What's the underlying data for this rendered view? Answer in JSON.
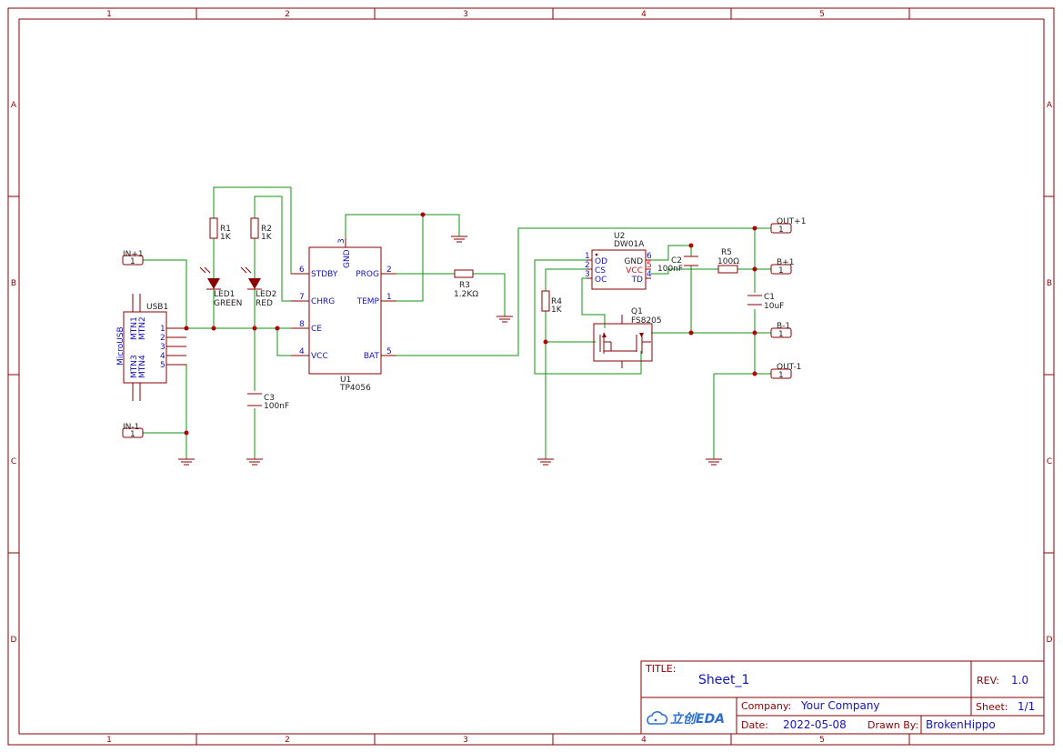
{
  "frame": {
    "col_labels": [
      "1",
      "2",
      "3",
      "4",
      "5"
    ],
    "row_labels": [
      "A",
      "B",
      "C",
      "D"
    ]
  },
  "components": {
    "usb1": {
      "ref": "USB1",
      "value": "MicroUSB",
      "pin_names": [
        "MTN1",
        "MTN2",
        "MTN3",
        "MTN4"
      ],
      "pins": [
        "1",
        "2",
        "3",
        "4",
        "5"
      ]
    },
    "r1": {
      "ref": "R1",
      "value": "1K"
    },
    "r2": {
      "ref": "R2",
      "value": "1K"
    },
    "r3": {
      "ref": "R3",
      "value": "1.2KΩ"
    },
    "r4": {
      "ref": "R4",
      "value": "1K"
    },
    "r5": {
      "ref": "R5",
      "value": "100Ω"
    },
    "led1": {
      "ref": "LED1",
      "value": "GREEN"
    },
    "led2": {
      "ref": "LED2",
      "value": "RED"
    },
    "c1": {
      "ref": "C1",
      "value": "10uF"
    },
    "c2": {
      "ref": "C2",
      "value": "100nF"
    },
    "c3": {
      "ref": "C3",
      "value": "100nF"
    },
    "u1": {
      "ref": "U1",
      "value": "TP4056",
      "pin_names": {
        "stdby": "STDBY",
        "chrg": "CHRG",
        "ce": "CE",
        "vcc": "VCC",
        "gnd": "GND",
        "prog": "PROG",
        "temp": "TEMP",
        "bat": "BAT"
      },
      "pin_numbers": {
        "stdby": "6",
        "chrg": "7",
        "ce": "8",
        "vcc": "4",
        "gnd": "3",
        "prog": "2",
        "temp": "1",
        "bat": "5"
      }
    },
    "u2": {
      "ref": "U2",
      "value": "DW01A",
      "pin_names": {
        "od": "OD",
        "cs": "CS",
        "oc": "OC",
        "gnd": "GND",
        "vcc": "VCC",
        "td": "TD"
      },
      "pin_numbers": {
        "od": "1",
        "cs": "2",
        "oc": "3",
        "gnd": "6",
        "vcc": "5",
        "td": "4"
      }
    },
    "q1": {
      "ref": "Q1",
      "value": "FS8205"
    }
  },
  "ports": {
    "in_plus": {
      "name": "IN+1",
      "pin": "1"
    },
    "in_minus": {
      "name": "IN-1",
      "pin": "1"
    },
    "out_plus": {
      "name": "OUT+1",
      "pin": "1"
    },
    "b_plus": {
      "name": "B+1",
      "pin": "1"
    },
    "b_minus": {
      "name": "B-1",
      "pin": "1"
    },
    "out_minus": {
      "name": "OUT-1",
      "pin": "1"
    }
  },
  "title_block": {
    "title_label": "TITLE:",
    "title": "Sheet_1",
    "rev_label": "REV:",
    "rev": "1.0",
    "logo_text": "立创EDA",
    "company_label": "Company:",
    "company": "Your Company",
    "sheet_label": "Sheet:",
    "sheet": "1/1",
    "date_label": "Date:",
    "date": "2022-05-08",
    "drawn_label": "Drawn By:",
    "drawn_by": "BrokenHippo"
  },
  "colors": {
    "frame": "#8a0000",
    "wire": "#129212",
    "pin_text": "#1414b4",
    "junction": "#b00000",
    "logo": "#2e6fcf"
  }
}
